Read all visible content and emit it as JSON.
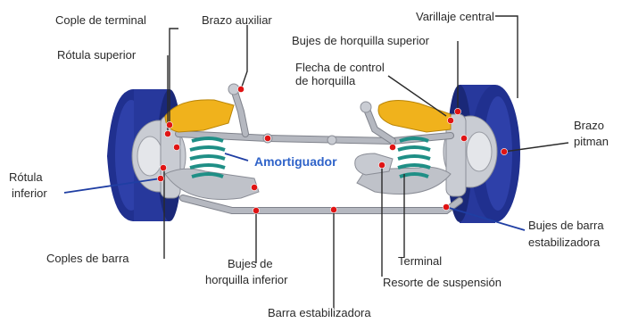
{
  "labels": {
    "cople_terminal": "Cople de terminal",
    "brazo_auxiliar": "Brazo auxiliar",
    "varillaje_central": "Varillaje central",
    "rotula_superior": "Rótula superior",
    "bujes_horquilla_superior": "Bujes de horquilla superior",
    "flecha_control_l1": "Flecha de control",
    "flecha_control_l2": "de horquilla",
    "brazo_pitman_l1": "Brazo",
    "brazo_pitman_l2": "pitman",
    "amortiguador": "Amortiguador",
    "rotula_inferior_l1": "Rótula",
    "rotula_inferior_l2": "inferior",
    "coples_barra": "Coples de barra",
    "bujes_horquilla_inferior_l1": "Bujes de",
    "bujes_horquilla_inferior_l2": "horquilla inferior",
    "terminal": "Terminal",
    "resorte_suspension": "Resorte de suspensión",
    "bujes_barra_estab_l1": "Bujes de barra",
    "bujes_barra_estab_l2": "estabilizadora",
    "barra_estabilizadora": "Barra estabilizadora"
  },
  "colors": {
    "tire": "#20308f",
    "tire_highlight": "#4759c4",
    "arm_yellow": "#f0b21c",
    "spring_teal": "#1f8f86",
    "marker_red": "#e01414",
    "callout_blue": "#2f63c9"
  }
}
